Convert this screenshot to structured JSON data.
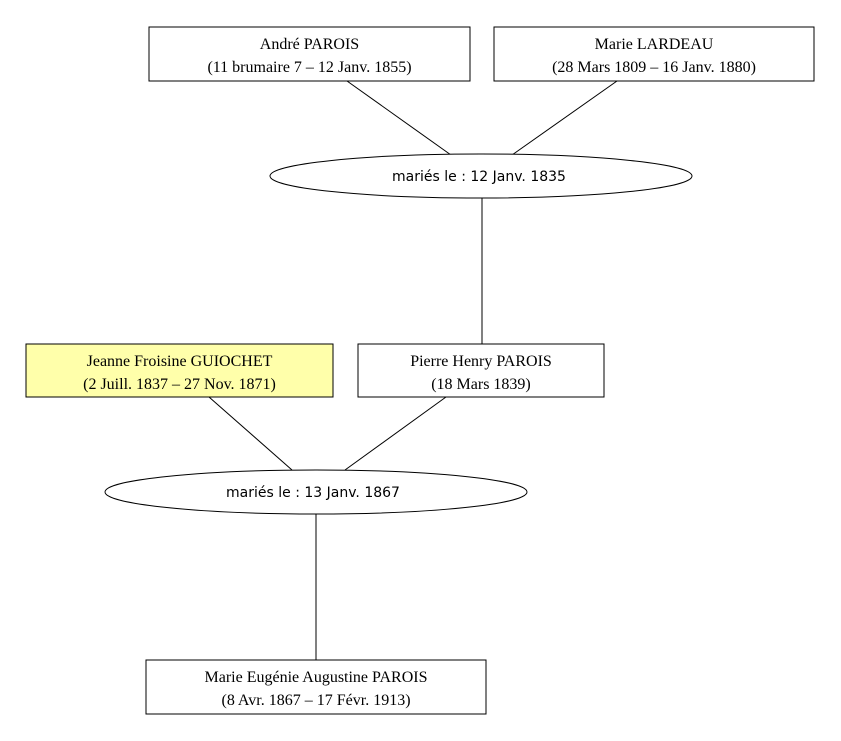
{
  "colors": {
    "highlight_fill": "#ffffaa",
    "default_fill": "#ffffff",
    "stroke": "#000000"
  },
  "people": {
    "andre": {
      "name": "André PAROIS",
      "dates": "(11 brumaire 7 – 12 Janv. 1855)"
    },
    "marie_lardeau": {
      "name": "Marie LARDEAU",
      "dates": "(28 Mars 1809 – 16 Janv. 1880)"
    },
    "jeanne": {
      "name": "Jeanne Froisine GUIOCHET",
      "dates": "(2 Juill. 1837 – 27 Nov. 1871)",
      "highlighted": true
    },
    "pierre": {
      "name": "Pierre Henry PAROIS",
      "dates": "(18 Mars 1839)"
    },
    "marie_eugenie": {
      "name": "Marie Eugénie Augustine PAROIS",
      "dates": "(8 Avr. 1867 – 17 Févr. 1913)"
    }
  },
  "unions": {
    "u1835": {
      "label": "mariés le : 12 Janv. 1835"
    },
    "u1867": {
      "label": "mariés le : 13 Janv. 1867"
    }
  }
}
